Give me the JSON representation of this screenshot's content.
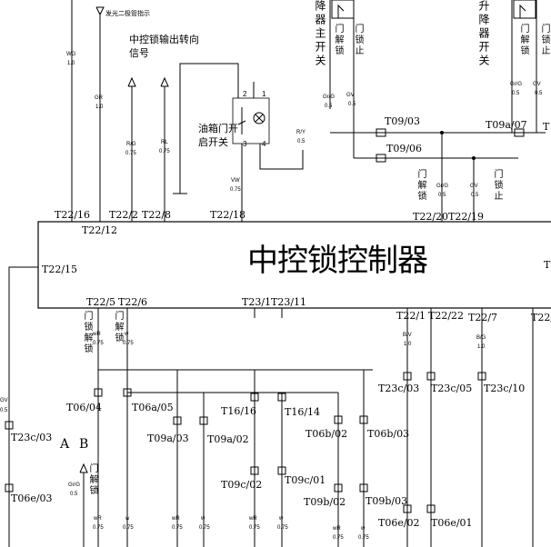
{
  "controller": {
    "name": "中控锁控制器"
  },
  "top_note": "发光二极管指示",
  "signals": {
    "turn": "中控锁输出转向信号"
  },
  "switches": {
    "oil_cap": "油箱门开启开关",
    "master": "降器主开关",
    "lifter": "升降器开关",
    "unlock": "门解锁",
    "stop": "门锁止",
    "unlock2": "门锁解锁"
  },
  "wires": {
    "wg": {
      "color": "WG",
      "size": "1.0"
    },
    "gr": {
      "color": "GR",
      "size": "1.0"
    },
    "rg": {
      "color": "R/G",
      "size": "0.75"
    },
    "rl": {
      "color": "RL",
      "size": "0.75"
    },
    "vw": {
      "color": "VW",
      "size": "0.75"
    },
    "ry": {
      "color": "R/Y",
      "size": "0.5"
    },
    "grg": {
      "color": "Gr/G",
      "size": "0.5"
    },
    "gv": {
      "color": "GV",
      "size": "0.5"
    },
    "bv": {
      "color": "B/V",
      "size": "1.0"
    },
    "bg": {
      "color": "B/G",
      "size": "1.0"
    },
    "wr": {
      "color": "wR",
      "size": "0.75"
    },
    "w": {
      "color": "w",
      "size": "0.75"
    },
    "gv_left": {
      "color": "GV",
      "size": "0.5"
    }
  },
  "pins": {
    "t22_16": "T22/16",
    "t22_12": "T22/12",
    "t22_2": "T22/2",
    "t22_8": "T22/8",
    "t22_18": "T22/18",
    "t22_20": "T22/20",
    "t22_19": "T22/19",
    "t22_15": "T22/15",
    "t22_5": "T22/5",
    "t22_6": "T22/6",
    "t23_1": "T23/1",
    "t23_11": "T23/11",
    "t22_1": "T22/1",
    "t22_22": "T22/22",
    "t22_7": "T22/7",
    "t22_r": "T22/",
    "t_right": "T"
  },
  "connectors": {
    "t09_03": "T09/03",
    "t09_06": "T09/06",
    "t09a_07": "T09a/07",
    "t_r": "T",
    "t06_04": "T06/04",
    "t06a_05": "T06a/05",
    "t09a_03": "T09a/03",
    "t09a_02": "T09a/02",
    "t16_16": "T16/16",
    "t16_14": "T16/14",
    "t06b_02": "T06b/02",
    "t06b_03": "T06b/03",
    "t09c_02": "T09c/02",
    "t09c_01": "T09c/01",
    "t09b_02": "T09b/02",
    "t09b_03": "T09b/03",
    "t23c_03": "T23c/03",
    "t23c_03b": "T23c/03",
    "t23c_05": "T23c/05",
    "t23c_10": "T23c/10",
    "t06e_03": "T06e/03",
    "t06e_02": "T06e/02",
    "t06e_01": "T06e/01"
  },
  "switch_pins": {
    "p1": "1",
    "p2": "2",
    "p3": "3",
    "p4": "4"
  },
  "letters": {
    "a": "A",
    "b": "B"
  }
}
